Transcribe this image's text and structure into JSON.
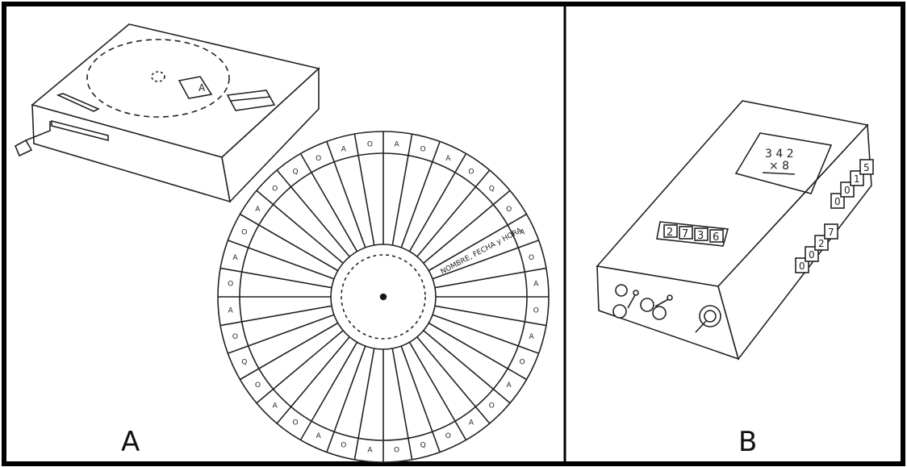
{
  "figure": {
    "panels": [
      {
        "label": "A",
        "device": {
          "slot_label": "A",
          "disc": {
            "sector_count": 36,
            "sector_marks": [
              "O",
              "A",
              "O",
              "A",
              "O",
              "A",
              "O",
              "Q",
              "O",
              "A",
              "O",
              "A",
              "O",
              "A",
              "O",
              "Q",
              "O",
              "A",
              "O",
              "A",
              "O",
              "A",
              "O",
              "Q",
              "O",
              "A",
              "O",
              "A",
              "O",
              "A",
              "O",
              "Q",
              "O",
              "A",
              "O",
              "A"
            ],
            "hub_text": "NOMBRE, FECHA y HORA"
          }
        }
      },
      {
        "label": "B",
        "device": {
          "screen_line1": "3 4 2",
          "screen_line2": "× 8",
          "front_counter": [
            "2",
            "7",
            "3",
            "6"
          ],
          "side_counter_top": [
            "0",
            "0",
            "1",
            "5"
          ],
          "side_counter_bottom": [
            "0",
            "0",
            "2",
            "7"
          ]
        }
      }
    ]
  }
}
